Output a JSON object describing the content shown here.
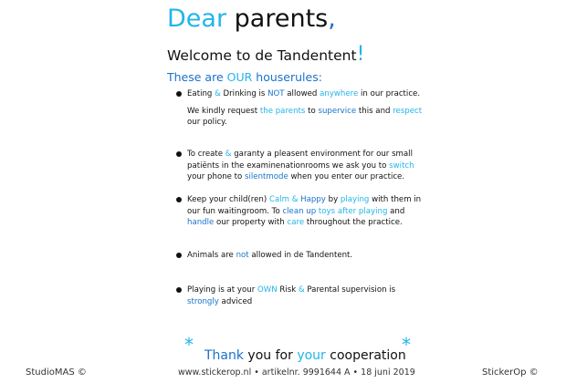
{
  "colors": {
    "blue": "#1a73c9",
    "cyan": "#22b5ea",
    "text": "#111111"
  },
  "title": {
    "dear": "Dear",
    "parents": "parents",
    "comma": ","
  },
  "welcome": {
    "text": "Welcome to de Tandentent",
    "excl": "!"
  },
  "rules_heading": [
    {
      "t": "These are ",
      "c": "blue"
    },
    {
      "t": "OUR",
      "c": "cyan"
    },
    {
      "t": " houserules:",
      "c": "blue"
    }
  ],
  "rules": [
    {
      "text": [
        {
          "t": "Eating ",
          "c": "black"
        },
        {
          "t": "&",
          "c": "cyan"
        },
        {
          "t": " Drinking is ",
          "c": "black"
        },
        {
          "t": "NOT",
          "c": "blue"
        },
        {
          "t": " allowed ",
          "c": "black"
        },
        {
          "t": "anywhere",
          "c": "cyan"
        },
        {
          "t": " in our practice.",
          "c": "black"
        }
      ],
      "sub": [
        {
          "t": "We kindly request ",
          "c": "black"
        },
        {
          "t": "the parents",
          "c": "cyan"
        },
        {
          "t": " to ",
          "c": "black"
        },
        {
          "t": "supervice",
          "c": "blue"
        },
        {
          "t": " this and ",
          "c": "black"
        },
        {
          "t": "respect",
          "c": "cyan"
        },
        {
          "t": " our policy.",
          "c": "black"
        }
      ]
    },
    {
      "text": [
        {
          "t": "To create ",
          "c": "black"
        },
        {
          "t": "&",
          "c": "cyan"
        },
        {
          "t": " garanty a pleasent environment for our small patiënts in the examinenationrooms we ask you to ",
          "c": "black"
        },
        {
          "t": "switch",
          "c": "cyan"
        },
        {
          "t": " your phone to ",
          "c": "black"
        },
        {
          "t": "silentmode",
          "c": "blue"
        },
        {
          "t": " when you enter our practice.",
          "c": "black"
        }
      ]
    },
    {
      "text": [
        {
          "t": "Keep your child(ren) ",
          "c": "black"
        },
        {
          "t": "Calm",
          "c": "cyan"
        },
        {
          "t": " & ",
          "c": "cyan"
        },
        {
          "t": "Happy",
          "c": "blue"
        },
        {
          "t": " by ",
          "c": "black"
        },
        {
          "t": "playing",
          "c": "cyan"
        },
        {
          "t": " with them in our fun waitingroom. To ",
          "c": "black"
        },
        {
          "t": "clean up",
          "c": "blue"
        },
        {
          "t": " ",
          "c": "black"
        },
        {
          "t": "toys",
          "c": "cyan"
        },
        {
          "t": " ",
          "c": "black"
        },
        {
          "t": "after playing",
          "c": "cyan"
        },
        {
          "t": " and ",
          "c": "black"
        },
        {
          "t": "handle",
          "c": "blue"
        },
        {
          "t": " our property with ",
          "c": "black"
        },
        {
          "t": "care",
          "c": "cyan"
        },
        {
          "t": " throughout the practice.",
          "c": "black"
        }
      ]
    },
    {
      "text": [
        {
          "t": "Animals are ",
          "c": "black"
        },
        {
          "t": "not",
          "c": "blue"
        },
        {
          "t": " allowed in de Tandentent.",
          "c": "black"
        }
      ]
    },
    {
      "text": [
        {
          "t": "Playing is at your ",
          "c": "black"
        },
        {
          "t": "OWN",
          "c": "cyan"
        },
        {
          "t": " Risk ",
          "c": "black"
        },
        {
          "t": "&",
          "c": "cyan"
        },
        {
          "t": " Parental supervision is ",
          "c": "black"
        },
        {
          "t": "strongly",
          "c": "blue"
        },
        {
          "t": " adviced",
          "c": "black"
        }
      ]
    }
  ],
  "thanks": {
    "star": "*",
    "line": [
      {
        "t": "Thank",
        "c": "blue"
      },
      {
        "t": " you for ",
        "c": "black"
      },
      {
        "t": "your",
        "c": "cyan"
      },
      {
        "t": " cooperation",
        "c": "black"
      }
    ]
  },
  "footer": {
    "left": "StudioMAS ©",
    "center": "www.stickerop.nl  •  artikelnr. 9991644 A  •  18 juni 2019",
    "right": "StickerOp ©"
  }
}
